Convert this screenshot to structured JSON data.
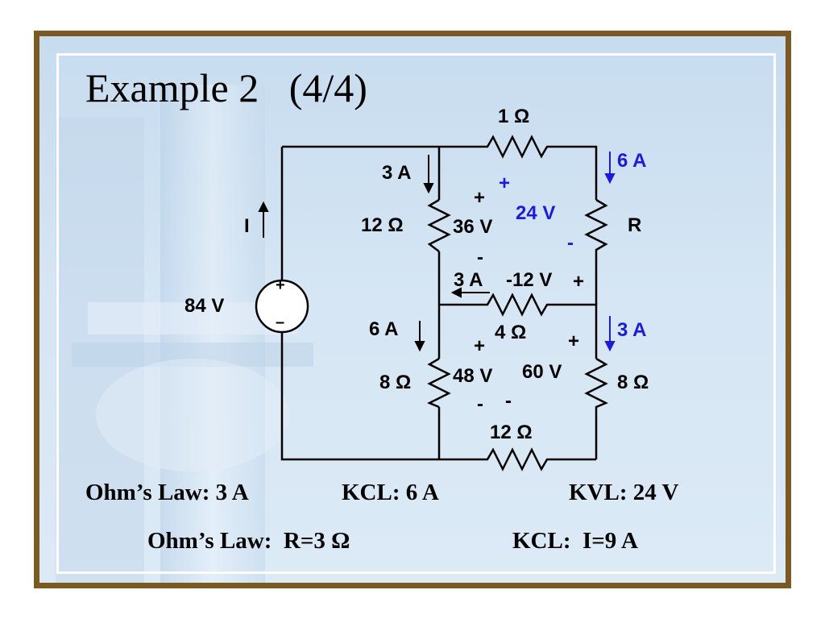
{
  "title": "Example 2   (4/4)",
  "components": {
    "source": {
      "value": "84 V",
      "plus": "+",
      "minus": "–"
    },
    "current_I": {
      "label": "I"
    },
    "r_top": {
      "value": "1 Ω"
    },
    "r_12": {
      "value": "12 Ω",
      "current": "3 A",
      "voltage": "36 V",
      "plus": "+",
      "minus": "-"
    },
    "r_R": {
      "value": "R",
      "current": "6 A",
      "voltage": "24 V",
      "plus": "+",
      "minus": "-"
    },
    "r_4": {
      "value": "4 Ω",
      "current": "3 A",
      "voltage": "-12 V",
      "plus": "+"
    },
    "r_8_left": {
      "value": "8 Ω",
      "current": "6 A",
      "voltage": "48 V",
      "plus": "+",
      "minus": "-"
    },
    "r_8_right": {
      "value": "8 Ω",
      "current": "3 A",
      "voltage": "60 V",
      "plus": "+",
      "minus": "-"
    },
    "r_bottom": {
      "value": "12 Ω"
    }
  },
  "laws": {
    "line1": [
      "Ohm’s Law: 3 A",
      "KCL: 6 A",
      "KVL: 24 V"
    ],
    "line2": [
      "Ohm’s Law:  R=3 Ω",
      "KCL:  I=9 A"
    ]
  },
  "colors": {
    "frame": "#7a5a20",
    "background": "#d6e6f4",
    "highlight": "#1a1ae0",
    "wire": "#000000"
  }
}
